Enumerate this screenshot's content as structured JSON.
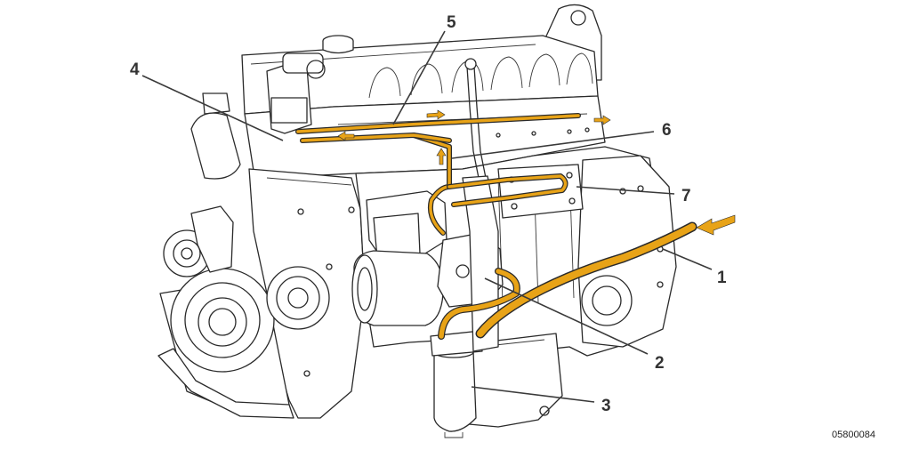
{
  "figure_id": "05800084",
  "colors": {
    "fuel_line": "#e8a317",
    "outline": "#2a2a2a",
    "callout_text": "#333333"
  },
  "callouts": [
    {
      "id": "1",
      "label": "1"
    },
    {
      "id": "2",
      "label": "2"
    },
    {
      "id": "3",
      "label": "3"
    },
    {
      "id": "4",
      "label": "4"
    },
    {
      "id": "5",
      "label": "5"
    },
    {
      "id": "6",
      "label": "6"
    },
    {
      "id": "7",
      "label": "7"
    }
  ]
}
